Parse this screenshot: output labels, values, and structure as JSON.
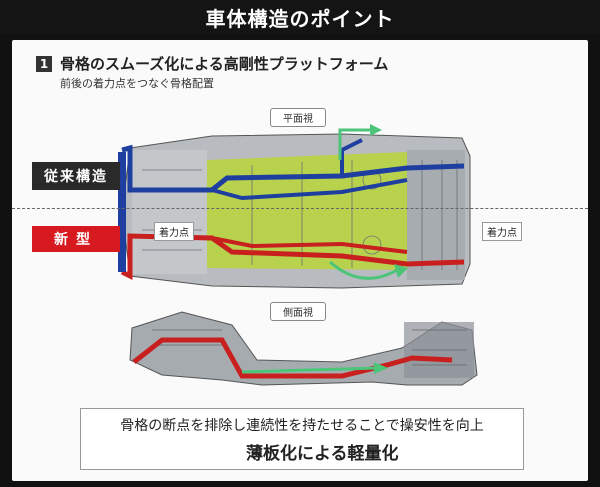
{
  "header": {
    "title": "車体構造のポイント"
  },
  "section": {
    "number": "1",
    "title": "骨格のスムーズ化による高剛性プラットフォーム",
    "subtitle": "前後の着力点をつなぐ骨格配置"
  },
  "views": {
    "top": "平面視",
    "side": "側面視"
  },
  "tags": {
    "old": "従来構造",
    "new": "新型"
  },
  "callouts": {
    "left": "着力点",
    "right": "着力点"
  },
  "bottom": {
    "line1": "骨格の断点を排除し連続性を持たせることで操安性を向上",
    "line2": "薄板化による軽量化"
  },
  "colors": {
    "old_frame": "#1f3fa0",
    "new_frame": "#c8201e",
    "lightweight": "#b7d63a",
    "arrow": "#4cc47a",
    "body_grey": "#9aa0a6",
    "yellow_arrow": "#d6e21a"
  }
}
